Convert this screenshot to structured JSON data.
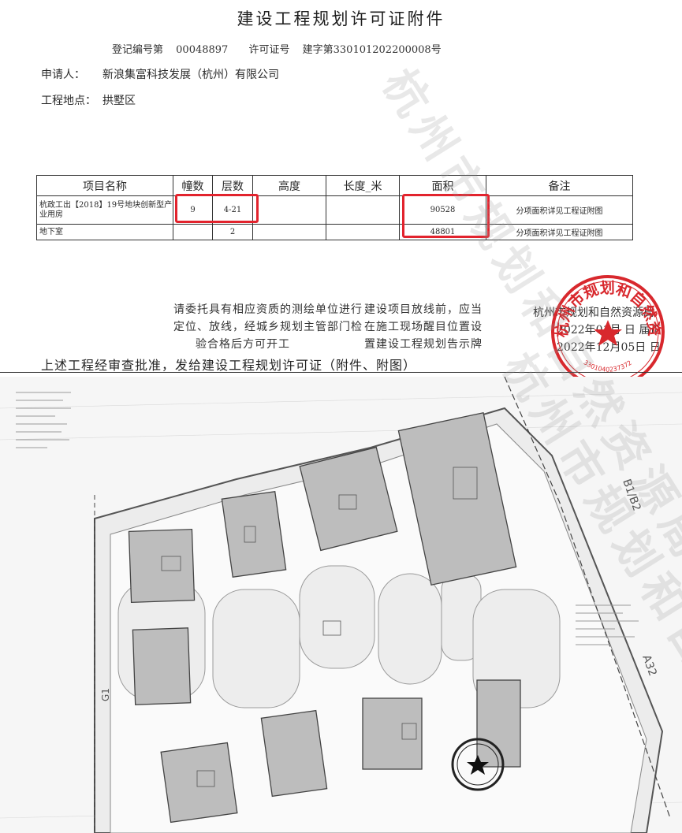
{
  "document": {
    "title": "建设工程规划许可证附件",
    "registration": {
      "label": "登记编号第",
      "value": "00048897"
    },
    "permit": {
      "label": "许可证号",
      "value": "建字第330101202200008号"
    },
    "applicant": {
      "label": "申请人：",
      "value": "新浪集富科技发展（杭州）有限公司"
    },
    "location": {
      "label": "工程地点：",
      "value": "拱墅区"
    }
  },
  "table": {
    "headers": [
      "项目名称",
      "幢数",
      "层数",
      "高度",
      "长度_米",
      "面积",
      "备注"
    ],
    "rows": [
      {
        "name": "杭政工出【2018】19号地块创新型产业用房",
        "count": "9",
        "floors": "4-21",
        "height": "",
        "length": "",
        "area": "90528",
        "note": "分项面积详见工程证附图"
      },
      {
        "name": "地下室",
        "count": "",
        "floors": "2",
        "height": "",
        "length": "",
        "area": "48801",
        "note": "分项面积详见工程证附图"
      }
    ]
  },
  "notice": {
    "col1": [
      "请委托具有相应资质的测绘单位进行",
      "定位、放线，经城乡规划主管部门检",
      "验合格后方可开工"
    ],
    "col2": [
      "建设项目放线前，应当",
      "在施工现场醒目位置设",
      "置建设工程规划告示牌"
    ]
  },
  "issuer": {
    "name": "杭州市规划和自然资源局",
    "date1": "2022年01月  日  届正",
    "date2": "2022年12月05日  日"
  },
  "seal": {
    "text": "杭州市规划和自然资源局",
    "code": "3301040237372"
  },
  "approval_line": "上述工程经审查批准，发给建设工程规划许可证（附件、附图）",
  "watermark": "杭州市规划和自然资源局",
  "map_labels": {
    "road_a": "A32",
    "road_b": "B1/B2",
    "road_c": "G1"
  },
  "colors": {
    "highlight": "#e2232d",
    "seal": "#d8282d",
    "watermark": "#969696"
  }
}
